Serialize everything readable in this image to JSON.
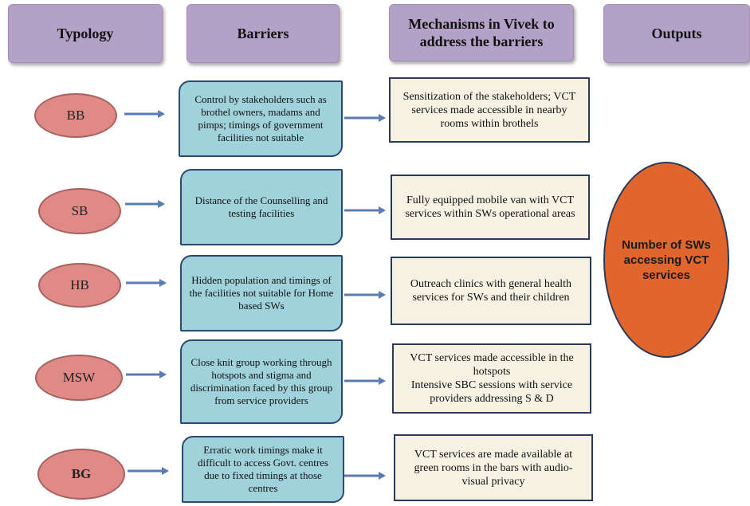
{
  "headers": {
    "typology": "Typology",
    "barriers": "Barriers",
    "mechanisms": "Mechanisms in Vivek to address the barriers",
    "outputs": "Outputs"
  },
  "rows": [
    {
      "type": "BB",
      "barrier": "Control by stakeholders such as brothel owners, madams and pimps; timings of government facilities not suitable",
      "mechanism": "Sensitization of the stakeholders; VCT services made accessible in nearby rooms within brothels"
    },
    {
      "type": "SB",
      "barrier": "Distance of the Counselling and testing facilities",
      "mechanism": "Fully equipped mobile van with VCT services within SWs operational areas"
    },
    {
      "type": "HB",
      "barrier": "Hidden population and timings of the facilities not suitable for Home based SWs",
      "mechanism": "Outreach clinics with general health services for SWs and their children"
    },
    {
      "type": "MSW",
      "barrier": "Close knit group working through hotspots and stigma and discrimination faced by this group from service providers",
      "mechanism": "VCT services made accessible in the hotspots\nIntensive SBC sessions with service providers addressing S & D"
    },
    {
      "type": "BG",
      "barrier": "Erratic work timings make it difficult to access Govt. centres due to fixed timings at those centres",
      "mechanism": "VCT services are made available at green rooms in the bars with audio-visual privacy"
    }
  ],
  "output": "Number of SWs accessing VCT services",
  "colors": {
    "header_fill": "#b4a1c7",
    "oval_fill": "#e08a87",
    "barrier_fill": "#9fd2db",
    "mechanism_fill": "#f6f2e3",
    "output_fill": "#e0662d",
    "arrow": "#5b7bb5"
  }
}
